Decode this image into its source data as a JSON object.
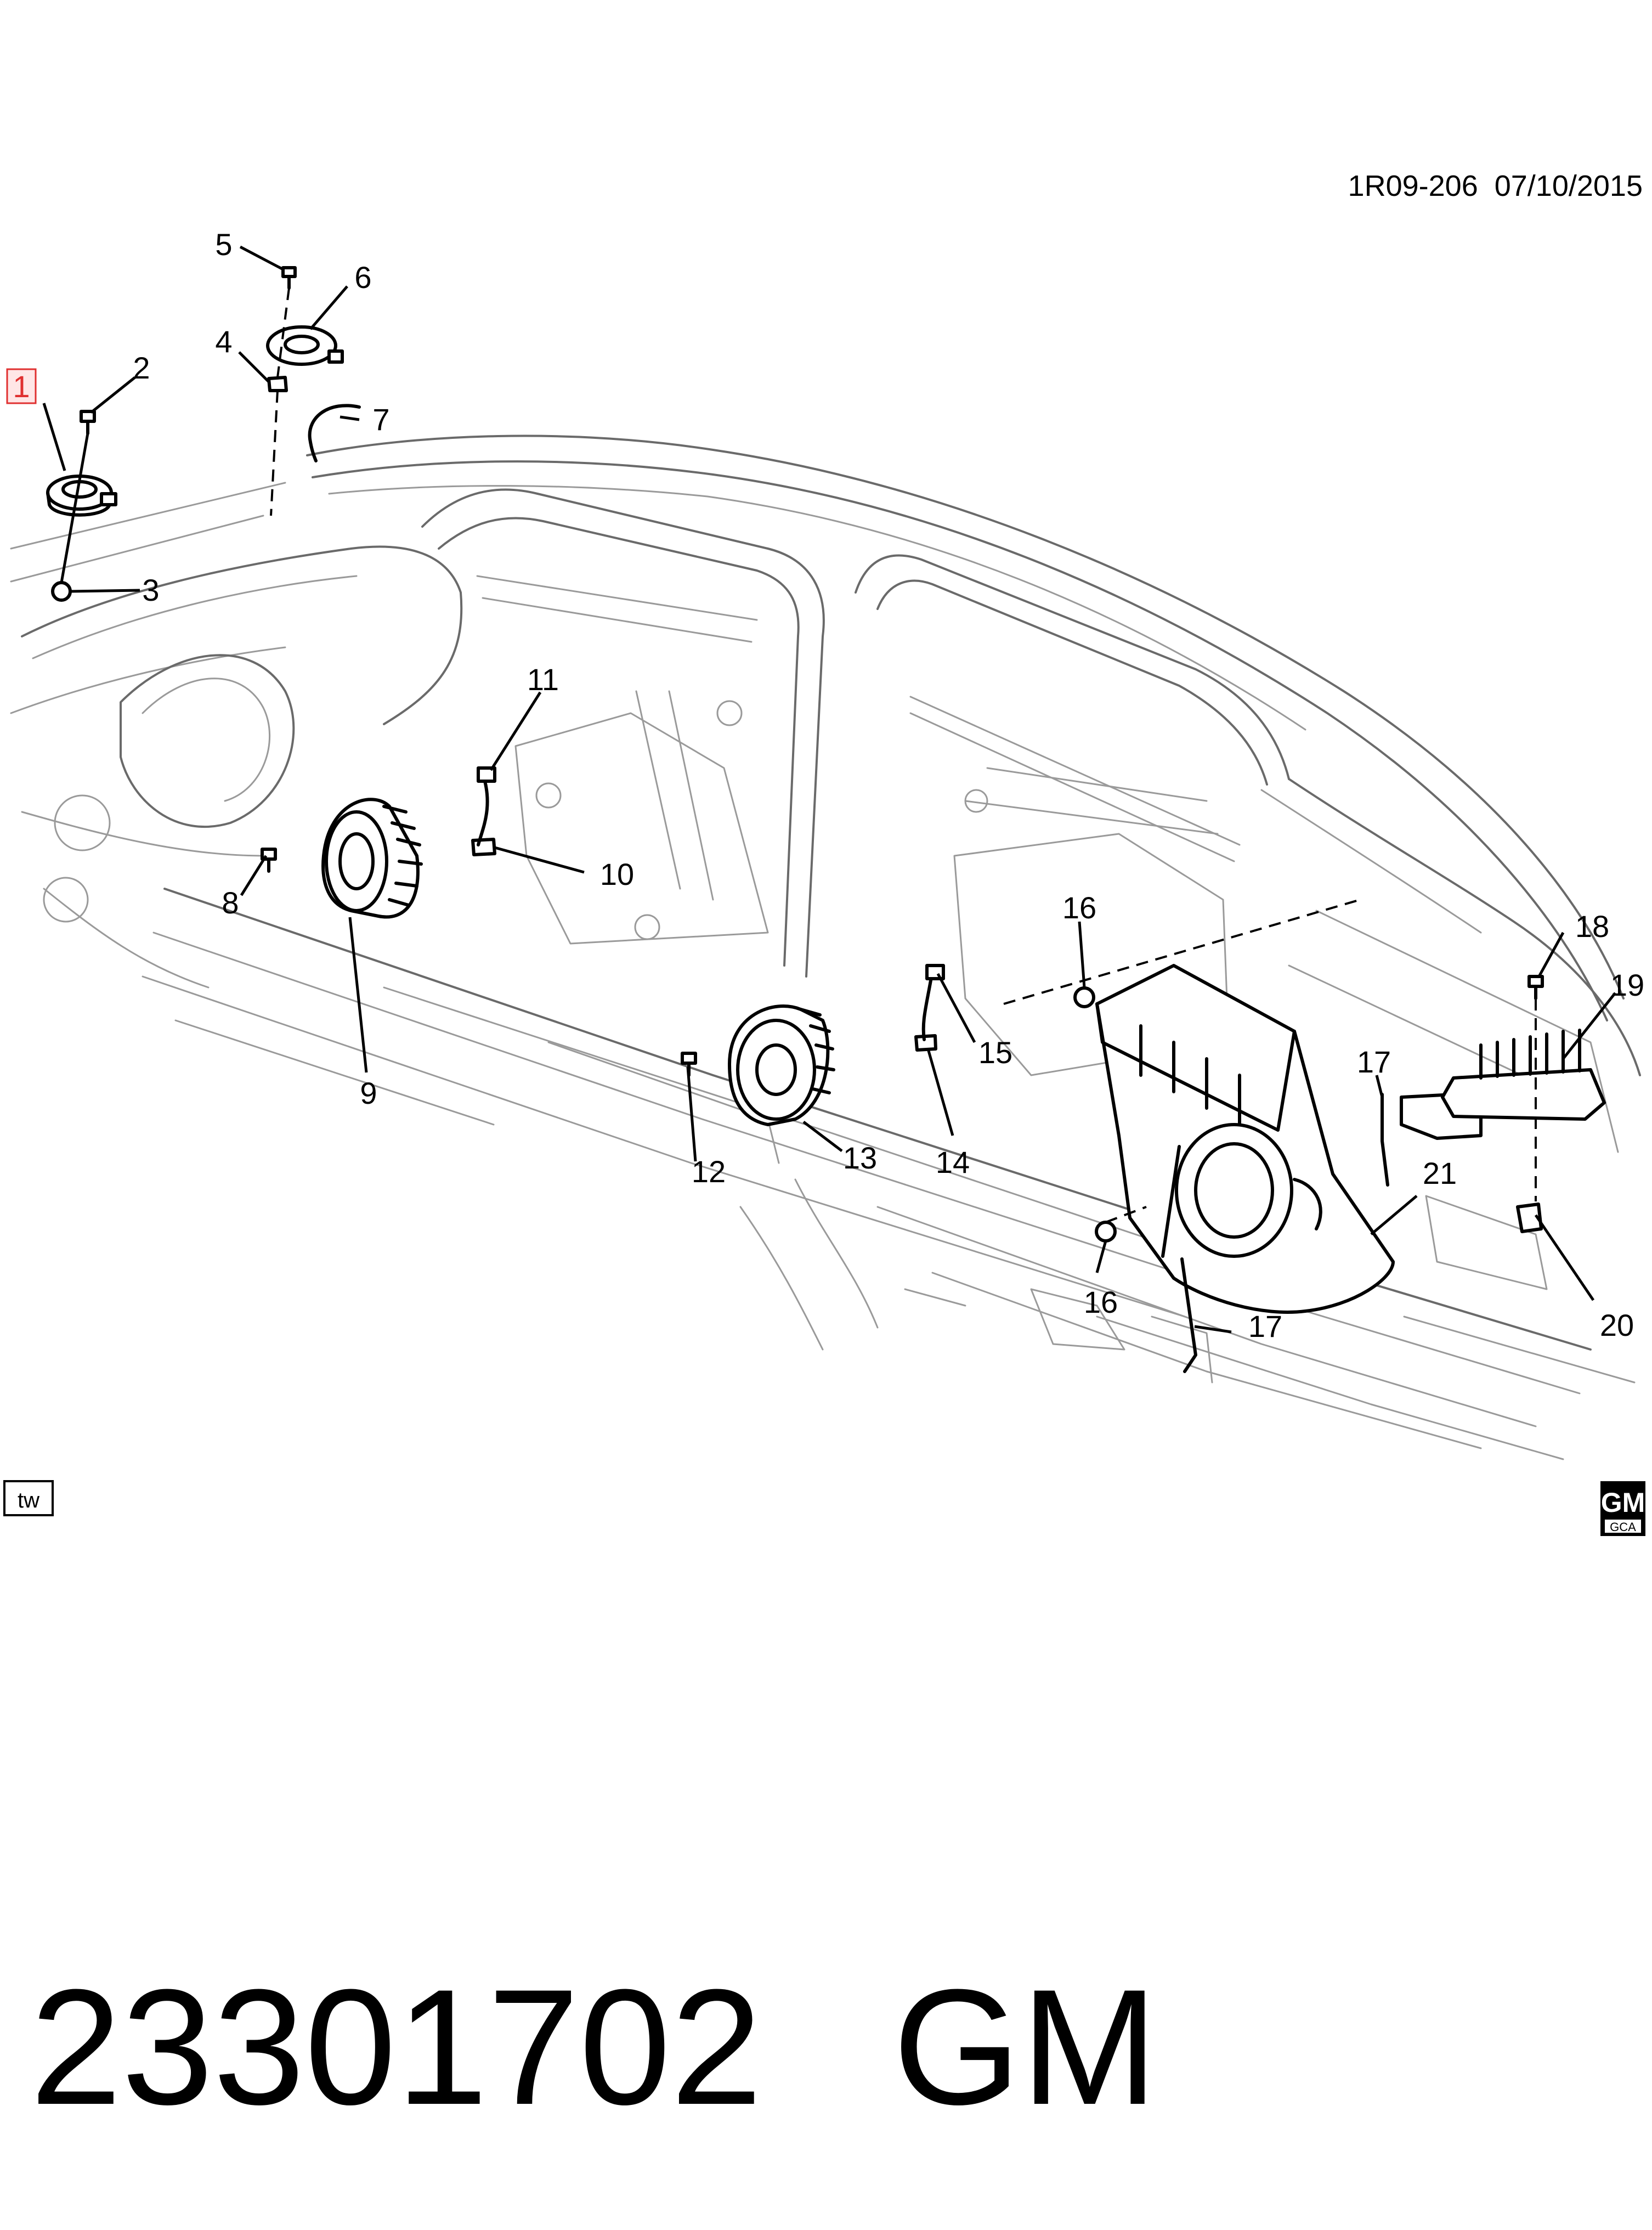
{
  "header": {
    "ref": "1R09-206  07/10/2015"
  },
  "callouts": [
    "1",
    "2",
    "3",
    "4",
    "5",
    "6",
    "7",
    "8",
    "9",
    "10",
    "11",
    "12",
    "13",
    "14",
    "15",
    "16",
    "16",
    "17",
    "17",
    "18",
    "19",
    "20",
    "21"
  ],
  "footer": {
    "code": "tw",
    "part_number": "23301702",
    "brand": "GM"
  },
  "badge": {
    "top": "GM",
    "bottom": "GCA"
  }
}
